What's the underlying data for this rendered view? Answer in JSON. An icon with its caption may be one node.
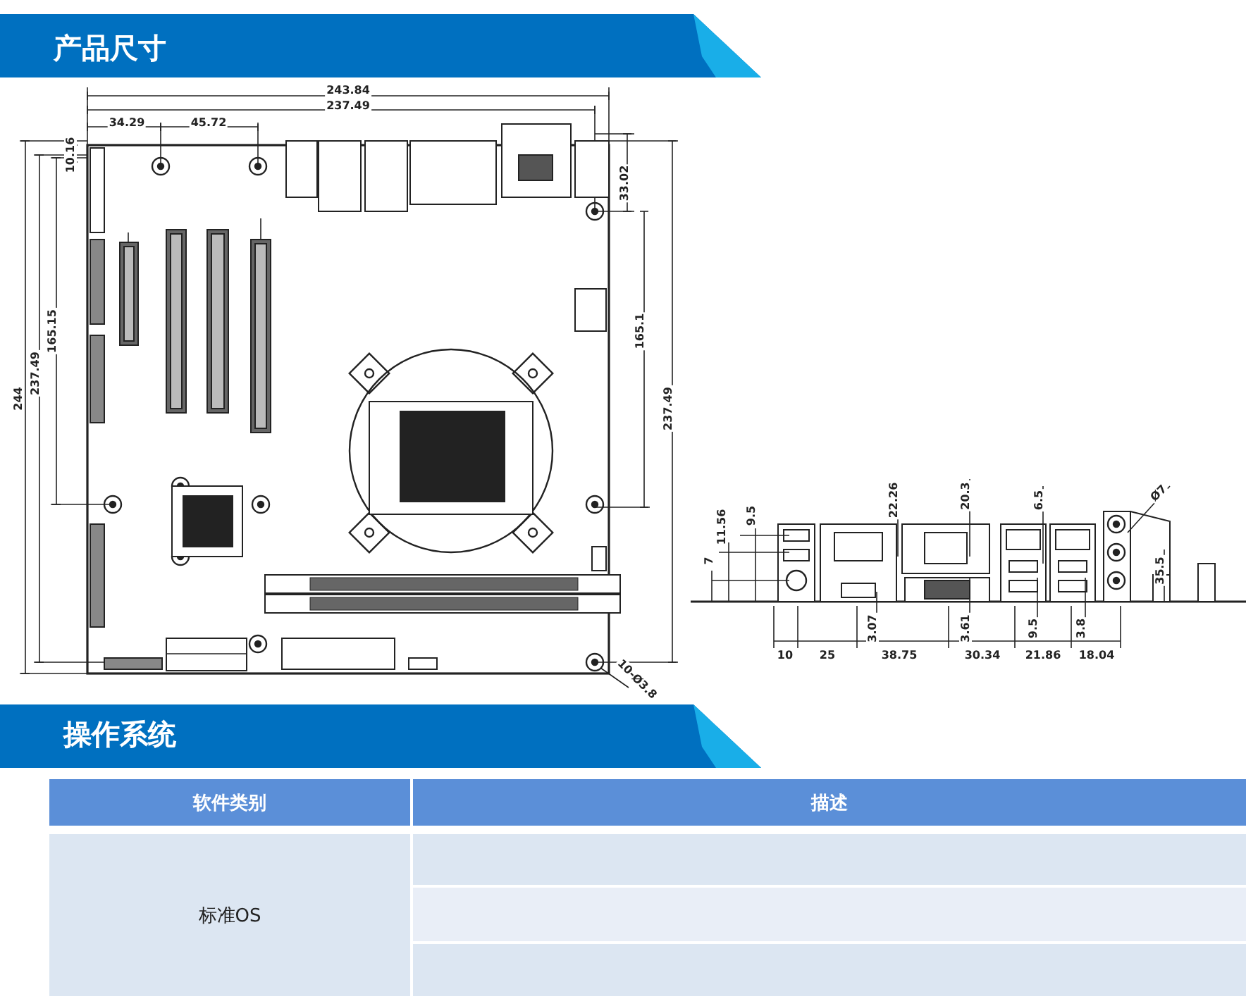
{
  "diagram": {
    "title": "产品尺寸",
    "labels": [
      "243.84",
      "237.49",
      "34.29",
      "45.72",
      "10.16",
      "33.02",
      "165.15",
      "165.1",
      "244",
      "237.49",
      "237.49",
      "10-Ø3.8",
      "11.56",
      "9.5",
      "7",
      "22.26",
      "20.3",
      "6.5",
      "Ø7",
      "35.5",
      "3.07",
      "3.61",
      "9.5",
      "3.8",
      "10",
      "25",
      "38.75",
      "30.34",
      "21.86",
      "18.04",
      "操作系统",
      "软件类别",
      "描述",
      "标准OS"
    ]
  }
}
